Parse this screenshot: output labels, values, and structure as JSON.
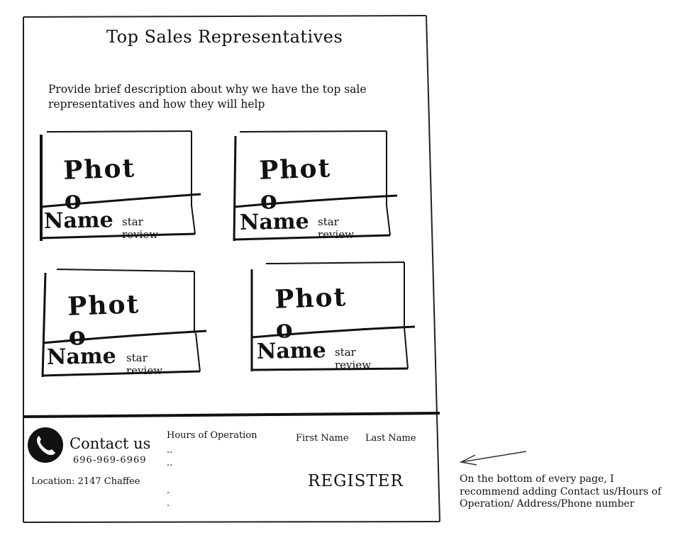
{
  "page": {
    "title": "Top Sales Representatives",
    "description": "Provide brief description about why we have the top sale representatives and how they will help"
  },
  "cards": [
    {
      "photo": "Phot o",
      "name": "Name",
      "review": "star review"
    },
    {
      "photo": "Phot o",
      "name": "Name",
      "review": "star review"
    },
    {
      "photo": "Phot o",
      "name": "Name",
      "review": "star review"
    },
    {
      "photo": "Phot o",
      "name": "Name",
      "review": "star review"
    }
  ],
  "footer": {
    "contact_title": "Contact us",
    "phone": "696-969-6969",
    "location": "Location: 2147 Chaffee",
    "hours_title": "Hours of Operation",
    "hours_lines": [
      "..",
      "..",
      ".",
      "."
    ],
    "first_name": "First Name",
    "last_name": "Last Name",
    "register_label": "REGISTER",
    "icons": {
      "phone": "phone-icon"
    }
  },
  "annotation": {
    "note": "On the bottom of every page, I recommend adding Contact us/Hours of Operation/ Address/Phone number"
  }
}
